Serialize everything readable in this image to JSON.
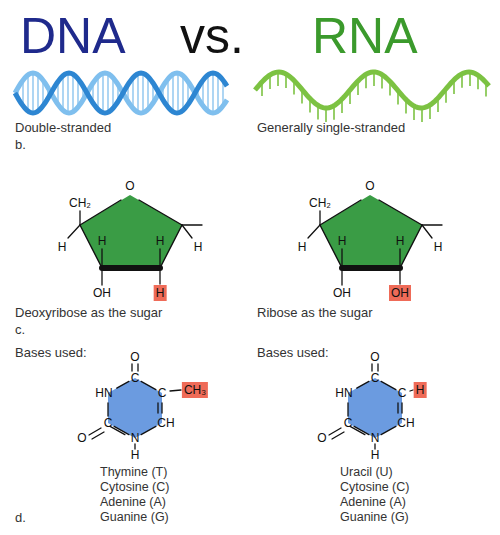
{
  "diagram": {
    "labels": [
      "DNA",
      "vs.",
      "RNA",
      "Double-stranded",
      "Generally single-stranded",
      "b.",
      "O",
      "CH₂",
      "H",
      "H",
      "H",
      "H",
      "OH",
      "H",
      "Deoxyribose as the sugar",
      "c.",
      "O",
      "CH₂",
      "H",
      "H",
      "H",
      "H",
      "OH",
      "OH",
      "Ribose as the sugar",
      "Bases used:",
      "O",
      "C",
      "HN",
      "C",
      "CH₃",
      "CH",
      "C",
      "N",
      "H",
      "O",
      "Thymine (T)",
      "Cytosine (C)",
      "Adenine (A)",
      "Guanine (G)",
      "d.",
      "Bases used:",
      "O",
      "C",
      "HN",
      "C",
      "H",
      "CH",
      "C",
      "N",
      "H",
      "O",
      "Uracil (U)",
      "Cytosine (C)",
      "Adenine (A)",
      "Guanine (G)"
    ]
  }
}
